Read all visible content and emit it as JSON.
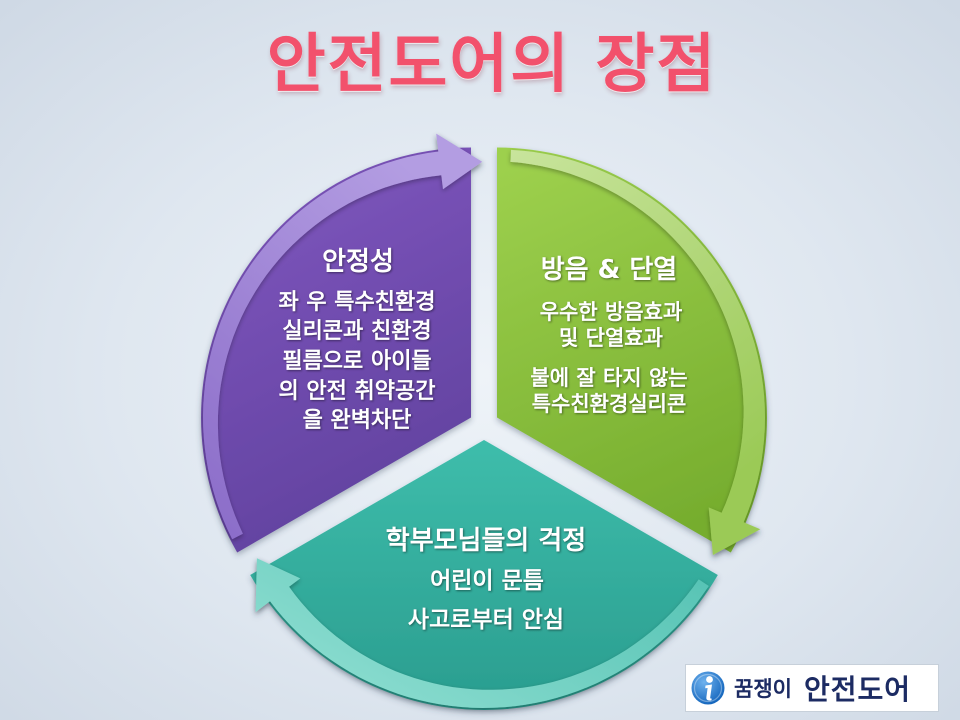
{
  "title": "안전도어의 장점",
  "segments": {
    "safety": {
      "heading": "안정성",
      "lines": [
        "좌 우 특수친환경",
        "실리콘과 친환경",
        "필름으로 아이들",
        "의 안전 취약공간",
        "을 완벽차단"
      ]
    },
    "insulation": {
      "heading": "방음 & 단열",
      "lines": [
        "우수한 방음효과",
        "및 단열효과",
        "불에 잘 타지 않는",
        "특수친환경실리콘"
      ]
    },
    "parents": {
      "heading": "학부모님들의 걱정",
      "lines": [
        "어린이 문틈",
        "사고로부터 안심"
      ]
    }
  },
  "logo": {
    "icon": "info-i-icon",
    "brand": "꿈쟁이",
    "name": "안전도어"
  },
  "colors": {
    "title": "#f2516c",
    "safety": {
      "body_light": "#8259c1",
      "body_dark": "#6242a0",
      "band_light": "#b39de2",
      "band_dark": "#8a6bc8"
    },
    "insulation": {
      "body_light": "#9dd04d",
      "body_dark": "#76ad2e",
      "band_light": "#c8e49c",
      "band_dark": "#9bca57"
    },
    "parents": {
      "body_light": "#3ebdab",
      "body_dark": "#2a9d8f",
      "band_light": "#8adccf",
      "band_dark": "#54c2b3"
    },
    "logo_icon": "#1466bd",
    "logo_text": "#1c2b63"
  }
}
